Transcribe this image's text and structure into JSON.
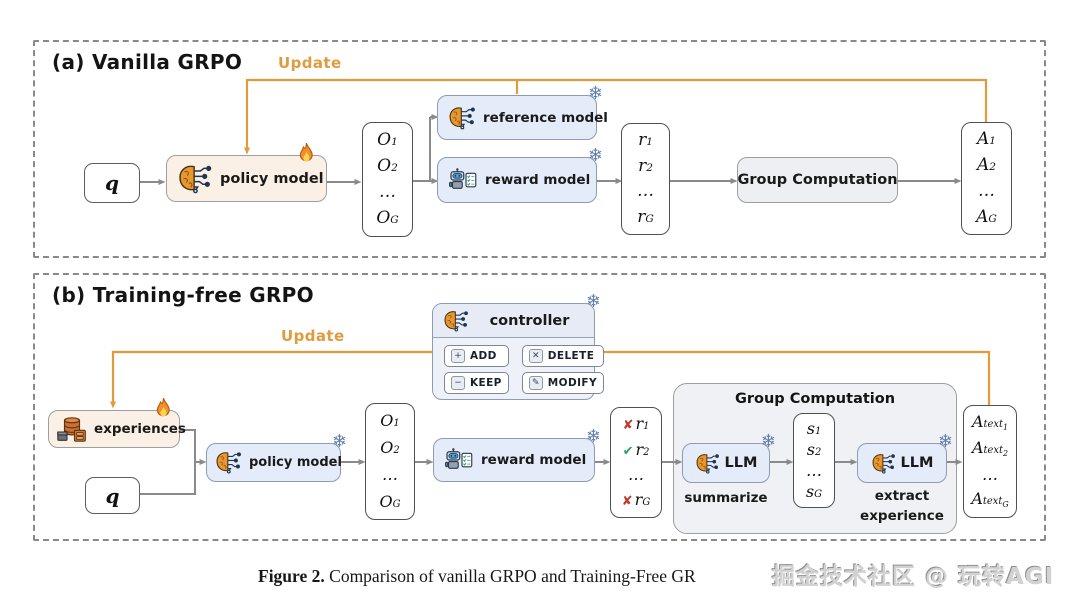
{
  "panel_a": {
    "title": "(a) Vanilla GRPO",
    "update_label": "Update",
    "q_label": "q",
    "policy_model": {
      "label": "policy model",
      "icon": "brain-circuit-icon",
      "badge": "fire-icon"
    },
    "reference_model": {
      "label": "reference model",
      "icon": "brain-circuit-icon",
      "badge": "snowflake-icon"
    },
    "reward_model": {
      "label": "reward model",
      "icon": "robot-checklist-icon",
      "badge": "snowflake-icon"
    },
    "group_computation": {
      "label": "Group Computation"
    },
    "o_column": [
      {
        "b": "O",
        "s": "1"
      },
      {
        "b": "O",
        "s": "2"
      },
      {
        "b": "…"
      },
      {
        "b": "O",
        "s": "G"
      }
    ],
    "r_column": [
      {
        "b": "r",
        "s": "1"
      },
      {
        "b": "r",
        "s": "2"
      },
      {
        "b": "…"
      },
      {
        "b": "r",
        "s": "G"
      }
    ],
    "a_column": [
      {
        "b": "A",
        "s": "1"
      },
      {
        "b": "A",
        "s": "2"
      },
      {
        "b": "…"
      },
      {
        "b": "A",
        "s": "G"
      }
    ]
  },
  "panel_b": {
    "title": "(b) Training-free GRPO",
    "update_label": "Update",
    "q_label": "q",
    "experiences": {
      "label": "experiences",
      "icon": "database-icon",
      "badge": "fire-icon"
    },
    "policy_model": {
      "label": "policy model",
      "icon": "brain-circuit-icon",
      "badge": "snowflake-icon"
    },
    "reward_model": {
      "label": "reward model",
      "icon": "robot-checklist-icon",
      "badge": "snowflake-icon"
    },
    "controller": {
      "label": "controller",
      "icon": "brain-circuit-icon",
      "badge": "snowflake-icon",
      "buttons": [
        {
          "icon": "+",
          "label": "ADD"
        },
        {
          "icon": "✕",
          "label": "DELETE"
        },
        {
          "icon": "−",
          "label": "KEEP"
        },
        {
          "icon": "✎",
          "label": "MODIFY"
        }
      ]
    },
    "o_column": [
      {
        "b": "O",
        "s": "1"
      },
      {
        "b": "O",
        "s": "2"
      },
      {
        "b": "…"
      },
      {
        "b": "O",
        "s": "G"
      }
    ],
    "r_column": [
      {
        "mark": "✘",
        "mark_color": "#c0392b",
        "b": "r",
        "s": "1"
      },
      {
        "mark": "✔",
        "mark_color": "#2e9e5b",
        "b": "r",
        "s": "2"
      },
      {
        "b": "…"
      },
      {
        "mark": "✘",
        "mark_color": "#c0392b",
        "b": "r",
        "s": "G"
      }
    ],
    "group_computation": {
      "label": "Group Computation",
      "llm1": {
        "label": "LLM",
        "caption": "summarize",
        "icon": "brain-circuit-icon",
        "badge": "snowflake-icon"
      },
      "s_column": [
        {
          "b": "s",
          "s": "1"
        },
        {
          "b": "s",
          "s": "2"
        },
        {
          "b": "…"
        },
        {
          "b": "s",
          "s": "G"
        }
      ],
      "llm2": {
        "label": "LLM",
        "caption": "extract experience",
        "icon": "brain-circuit-icon",
        "badge": "snowflake-icon"
      }
    },
    "a_text_column": [
      {
        "b": "A",
        "s": "text",
        "ss": "1"
      },
      {
        "b": "A",
        "s": "text",
        "ss": "2"
      },
      {
        "b": "…"
      },
      {
        "b": "A",
        "s": "text",
        "ss": "G"
      }
    ]
  },
  "caption": {
    "figure_label": "Figure 2.",
    "text": "Comparison of vanilla GRPO and Training-Free GR"
  },
  "watermark": "掘金技术社区 @ 玩转AGI",
  "glyphs": {
    "snowflake": "❄"
  },
  "colors": {
    "update_orange": "#e09b3d",
    "arrow_gray": "#8a8a8a",
    "peach_box": "#fbf0e6",
    "blue_box": "#e4ecf9",
    "gray_box": "#edeff3",
    "cross_red": "#c0392b",
    "check_green": "#2e9e5b"
  }
}
